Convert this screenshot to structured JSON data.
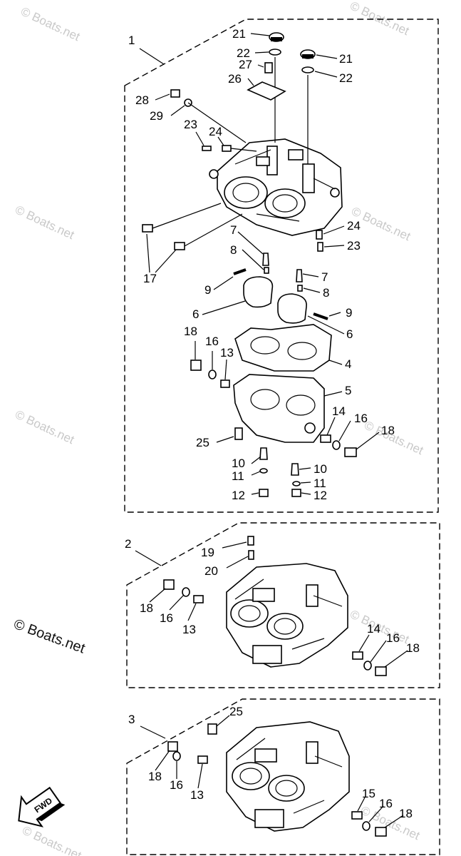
{
  "watermark": {
    "text": "© Boats.net",
    "copyright_symbol": "©",
    "brand": "Boats.net"
  },
  "fwd_label": "FWD",
  "group_labels": {
    "g1": "1",
    "g2": "2",
    "g3": "3"
  },
  "callouts": {
    "c21a": "21",
    "c22a": "22",
    "c21b": "21",
    "c22b": "22",
    "c27": "27",
    "c26": "26",
    "c28": "28",
    "c29": "29",
    "c23a": "23",
    "c24a": "24",
    "c24b": "24",
    "c23b": "23",
    "c17": "17",
    "c7a": "7",
    "c8a": "8",
    "c7b": "7",
    "c8b": "8",
    "c9a": "9",
    "c9b": "9",
    "c6a": "6",
    "c6b": "6",
    "c18a": "18",
    "c16a": "16",
    "c13a": "13",
    "c4": "4",
    "c5": "5",
    "c14a": "14",
    "c16b": "16",
    "c18b": "18",
    "c25a": "25",
    "c10a": "10",
    "c11a": "11",
    "c12a": "12",
    "c10b": "10",
    "c11b": "11",
    "c12b": "12",
    "c19": "19",
    "c20": "20",
    "c18c": "18",
    "c16c": "16",
    "c13b": "13",
    "c14b": "14",
    "c16d": "16",
    "c18d": "18",
    "c25b": "25",
    "c18e": "18",
    "c16e": "16",
    "c13c": "13",
    "c15": "15",
    "c16f": "16",
    "c18f": "18"
  },
  "colors": {
    "ink": "#000000",
    "watermark": "#c9c9c9",
    "paper": "#ffffff"
  }
}
